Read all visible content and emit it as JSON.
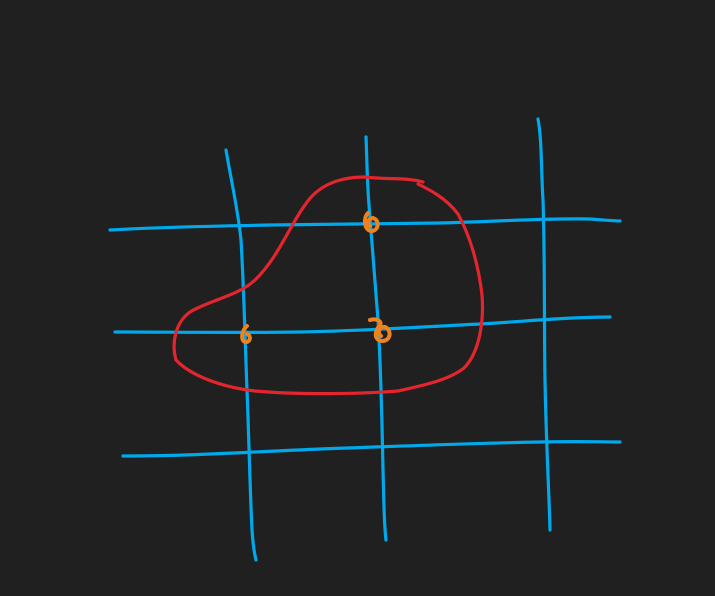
{
  "canvas": {
    "background": "#202020"
  },
  "strokes": {
    "grid_color": "#00a8ec",
    "region_color": "#e3252e",
    "marker_color": "#f0821e"
  },
  "grid": {
    "horizontal_lines": 3,
    "vertical_lines": 3
  },
  "markers": {
    "count": 3
  }
}
